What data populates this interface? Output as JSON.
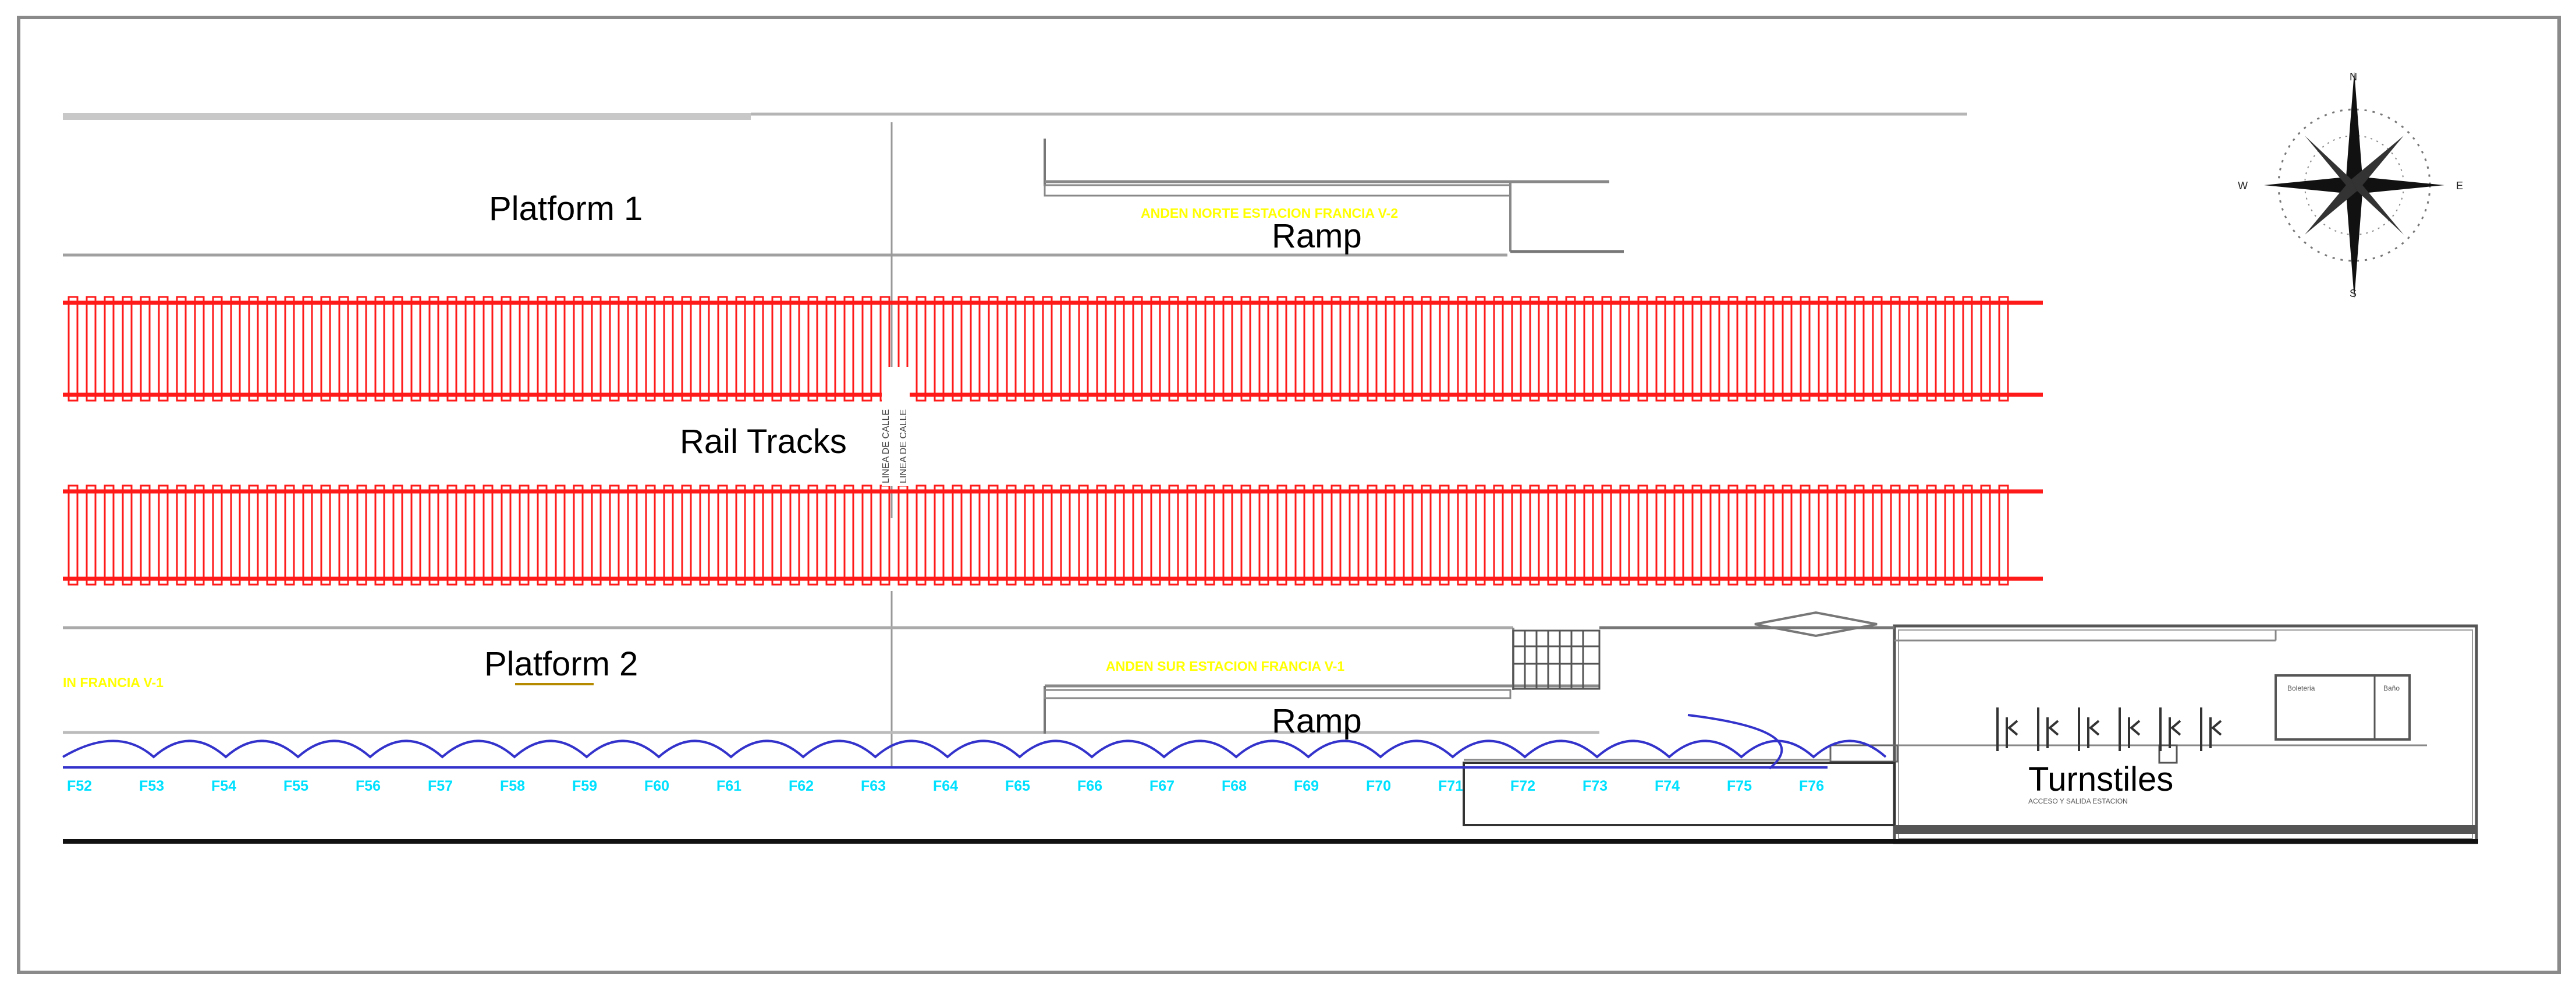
{
  "labels": {
    "platform1": "Platform 1",
    "platform2": "Platform 2",
    "ramp_top": "Ramp",
    "ramp_bottom": "Ramp",
    "rail_tracks": "Rail Tracks",
    "turnstiles": "Turnstiles"
  },
  "cad_texts": {
    "anden_norte": "ANDEN NORTE ESTACION FRANCIA V-2",
    "anden_sur": "ANDEN SUR ESTACION FRANCIA V-1",
    "francia_left": "IN FRANCIA V-1",
    "linea_calle_1": "LINEA DE CALLE",
    "linea_calle_2": "LINEA DE CALLE",
    "boleteria": "Boleteria",
    "bano": "Baño",
    "acceso": "ACCESO Y SALIDA ESTACION"
  },
  "compass": {
    "n": "N",
    "s": "S",
    "e": "E",
    "w": "W"
  },
  "fans": [
    "F52",
    "F53",
    "F54",
    "F55",
    "F56",
    "F57",
    "F58",
    "F59",
    "F60",
    "F61",
    "F62",
    "F63",
    "F64",
    "F65",
    "F66",
    "F67",
    "F68",
    "F69",
    "F70",
    "F71",
    "F72",
    "F73",
    "F74",
    "F75",
    "F76"
  ],
  "colors": {
    "rail": "#ff1a1a",
    "fan_text": "#00e0ff",
    "fan_cable": "#3333cc",
    "cad_text": "#ffff00"
  }
}
